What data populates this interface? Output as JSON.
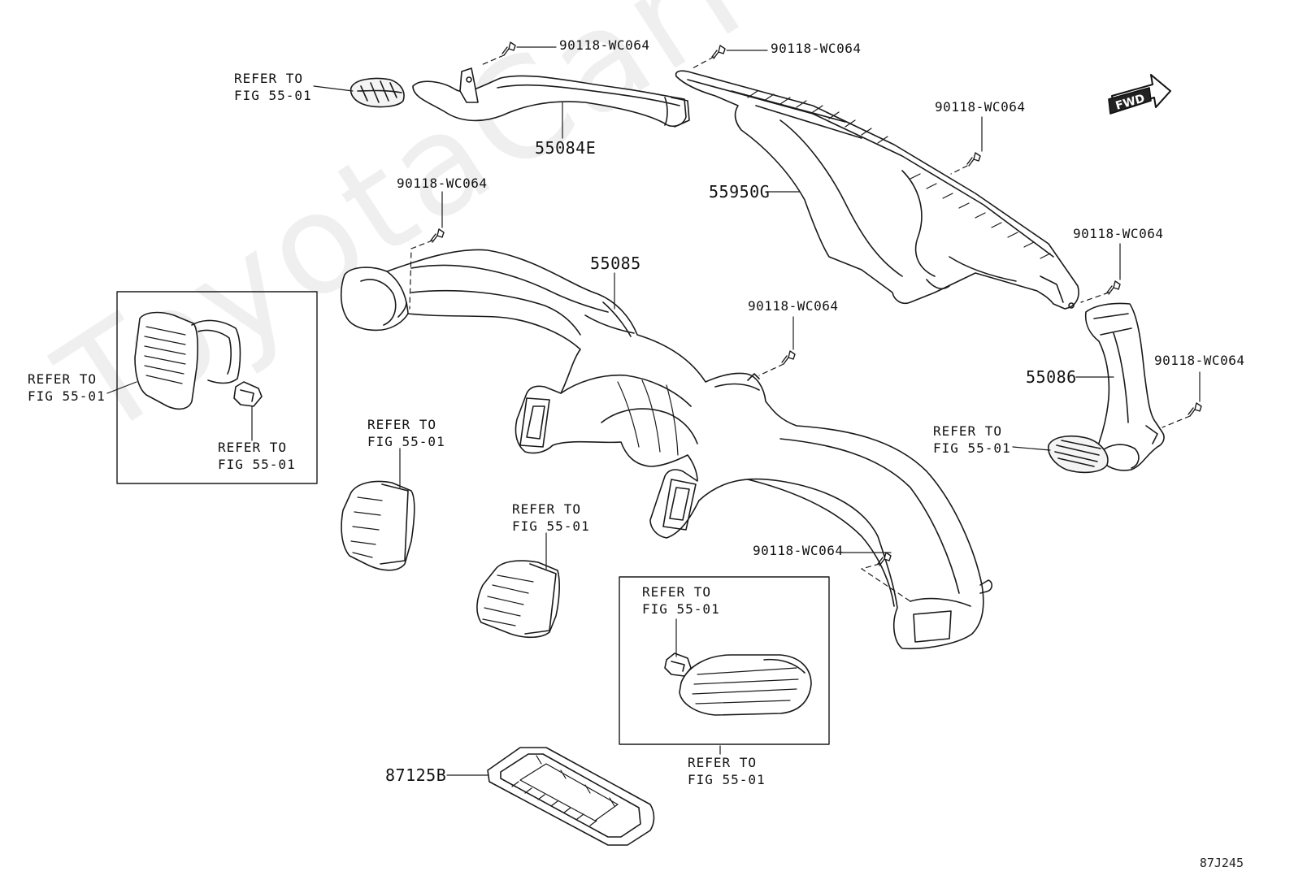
{
  "watermark": "ToyotaCarMine.ru",
  "diagram_code": "87J245",
  "fwd_label": "FWD",
  "refer_line1": "REFER TO",
  "refer_line2": "FIG 55-01",
  "part_numbers": {
    "duct_upper_left": "55084E",
    "duct_defroster": "55950G",
    "duct_center": "55085",
    "duct_right": "55086",
    "tray": "87125B"
  },
  "screw_part_number": "90118-WC064",
  "screws": [
    {
      "id": "screw-1",
      "label": "90118-WC064"
    },
    {
      "id": "screw-2",
      "label": "90118-WC064"
    },
    {
      "id": "screw-3",
      "label": "90118-WC064"
    },
    {
      "id": "screw-4",
      "label": "90118-WC064"
    },
    {
      "id": "screw-5",
      "label": "90118-WC064"
    },
    {
      "id": "screw-6",
      "label": "90118-WC064"
    },
    {
      "id": "screw-7",
      "label": "90118-WC064"
    },
    {
      "id": "screw-8",
      "label": "90118-WC064"
    }
  ]
}
